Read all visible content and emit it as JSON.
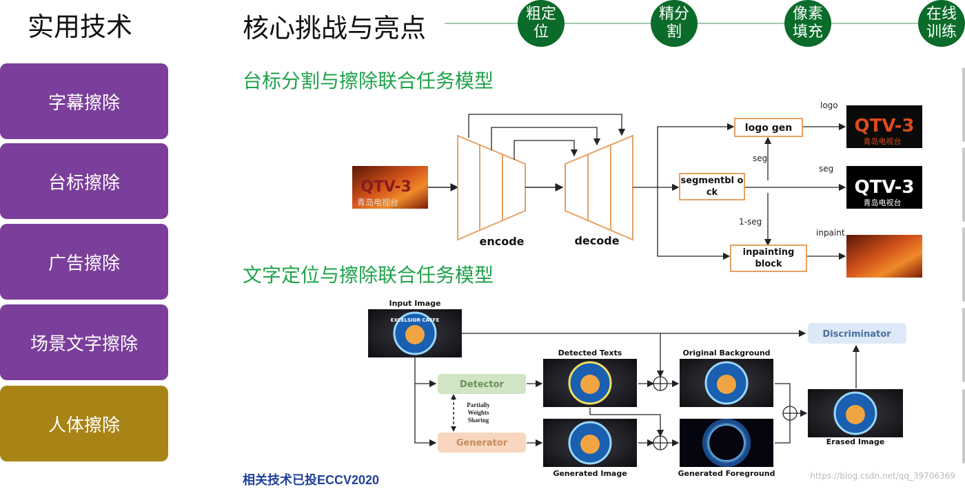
{
  "sidebar": {
    "title": "实用技术",
    "items": [
      {
        "label": "字幕擦除",
        "color": "#7b3e9a"
      },
      {
        "label": "台标擦除",
        "color": "#7b3e9a"
      },
      {
        "label": "广告擦除",
        "color": "#7b3e9a"
      },
      {
        "label": "场景文字擦除",
        "color": "#7b3e9a"
      },
      {
        "label": "人体擦除",
        "color": "#a88416"
      }
    ]
  },
  "header": {
    "title": "核心挑战与亮点",
    "steps": [
      "粗定位",
      "精分割",
      "像素填充",
      "在线训练"
    ]
  },
  "diagram1": {
    "title": "台标分割与擦除联合任务模型",
    "encode_label": "encode",
    "decode_label": "decode",
    "logo_gen": "logo gen",
    "segment_block": "segmentbl ock",
    "inpainting_block": "inpainting block",
    "edge_seg": "seg",
    "edge_1seg": "1-seg",
    "out_logo": "logo",
    "out_seg": "seg",
    "out_inpaint": "inpaint",
    "logo_text": "QTV-3",
    "logo_subtext": "青岛电视台"
  },
  "diagram2": {
    "title": "文字定位与擦除联合任务模型",
    "input_label": "Input Image",
    "detector": "Detector",
    "generator": "Generator",
    "sharing": "Partially Weights Sharing",
    "detected_texts": "Detected Texts",
    "generated_image": "Generated Image",
    "original_background": "Original Background",
    "generated_foreground": "Generated Foreground",
    "erased_image": "Erased Image",
    "discriminator": "Discriminator",
    "sign_text": "EXCELSIOR CAFFE"
  },
  "footer": {
    "note": "相关技术已投ECCV2020",
    "watermark": "https://blog.csdn.net/qq_39706369"
  }
}
